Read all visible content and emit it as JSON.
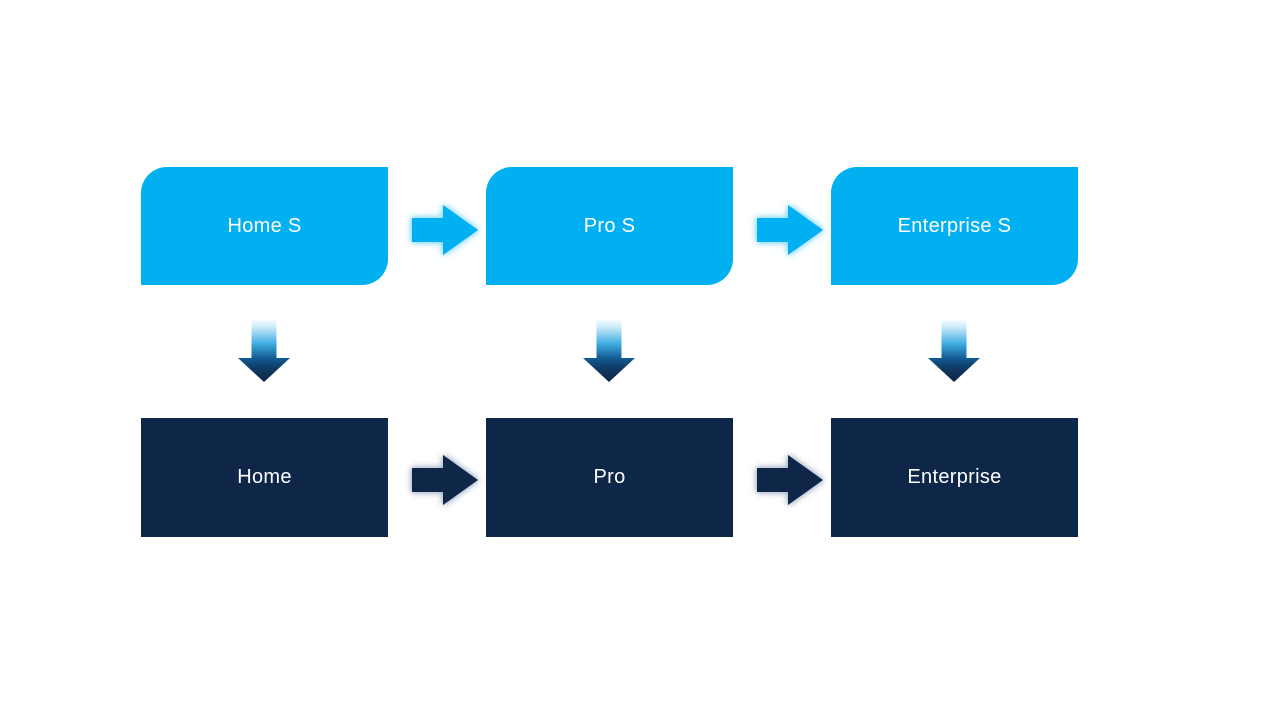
{
  "diagram": {
    "title": "edition-upgrade-flow",
    "columns": [
      {
        "top_label": "Home S",
        "bottom_label": "Home"
      },
      {
        "top_label": "Pro S",
        "bottom_label": "Pro"
      },
      {
        "top_label": "Enterprise S",
        "bottom_label": "Enterprise"
      }
    ],
    "icons": {
      "right_arrow_light": "right-arrow-icon",
      "right_arrow_dark": "right-arrow-icon",
      "down_arrow": "down-arrow-icon"
    },
    "colors": {
      "background": "#FFFFFF",
      "top_box_fill": "#00B0F0",
      "bottom_box_fill": "#0E2647",
      "text": "#FFFFFF",
      "light_arrow_fill": "#00B0F0",
      "light_arrow_glow": "#7FD6F8",
      "dark_arrow_fill": "#0E2647",
      "dark_arrow_glow": "#9FAFC6",
      "down_arrow_gradient_top": "#F5FBFE",
      "down_arrow_gradient_mid": "#3FAEE3",
      "down_arrow_gradient_bottom": "#0D2444"
    }
  }
}
